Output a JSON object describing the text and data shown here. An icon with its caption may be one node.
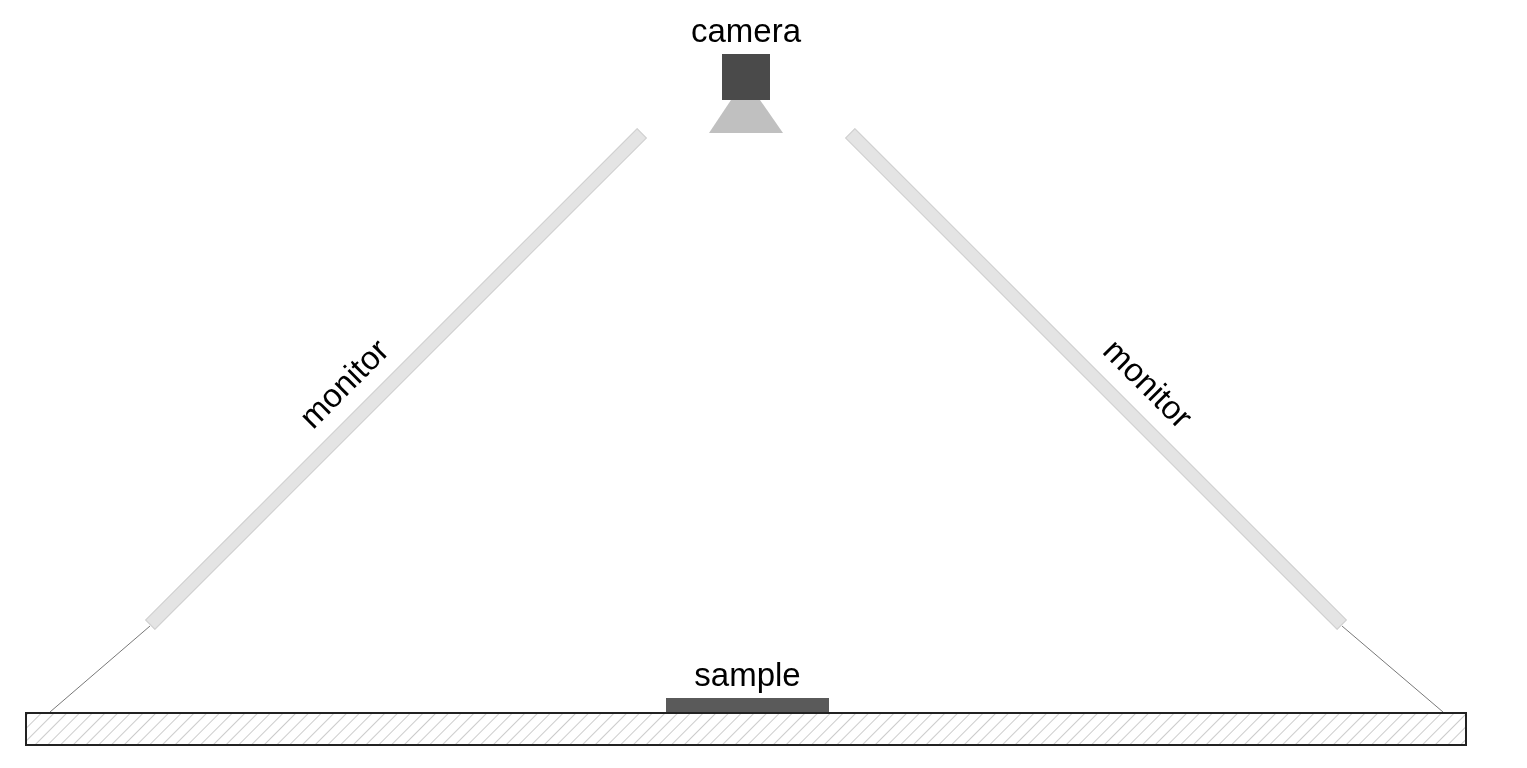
{
  "diagram": {
    "nodes": [
      {
        "text": [
          "camera"
        ]
      },
      {
        "text": [
          "monitor"
        ]
      },
      {
        "text": [
          "monitor"
        ]
      },
      {
        "text": [
          "sample"
        ]
      },
      {
        "text": [],
        "shape": "box"
      }
    ],
    "edges": [
      {
        "from": 1,
        "to": 4,
        "arrow": "none"
      },
      {
        "from": 2,
        "to": 4,
        "arrow": "none"
      }
    ]
  }
}
